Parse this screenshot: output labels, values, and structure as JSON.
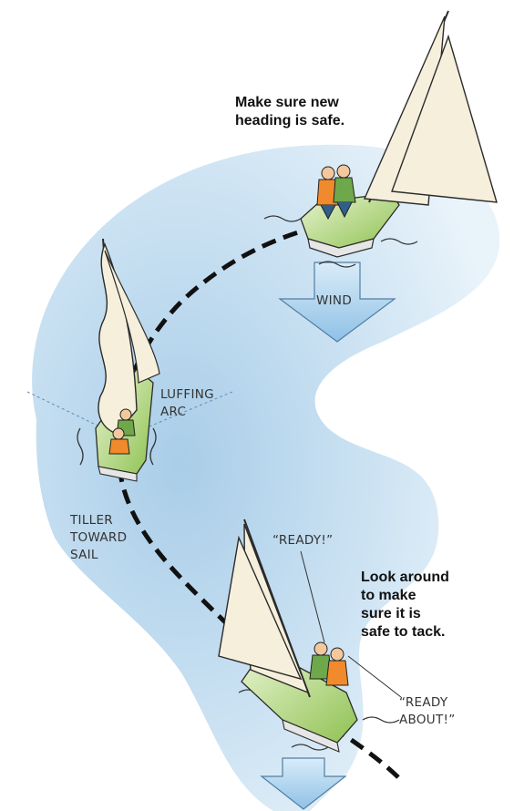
{
  "captions": {
    "top": "Make sure new\nheading is safe.",
    "bottom": "Look around\nto make\nsure it is\nsafe to tack."
  },
  "labels": {
    "wind_top": "WIND",
    "luffing_arc": "LUFFING\nARC",
    "tiller": "TILLER\nTOWARD\nSAIL",
    "ready": "“READY!”",
    "ready_about": "“READY\nABOUT!”"
  },
  "colors": {
    "water": "#d3e7f4",
    "hull_green": "#a9cf6a",
    "sail": "#f6efdc",
    "wind_arrow": "#a9cfe9",
    "life_jacket": "#f08a2c",
    "shirt_green": "#6ea84a"
  },
  "icons": [
    "sailboat-icon",
    "wind-arrow-icon",
    "sailor-icon",
    "dashed-path"
  ]
}
